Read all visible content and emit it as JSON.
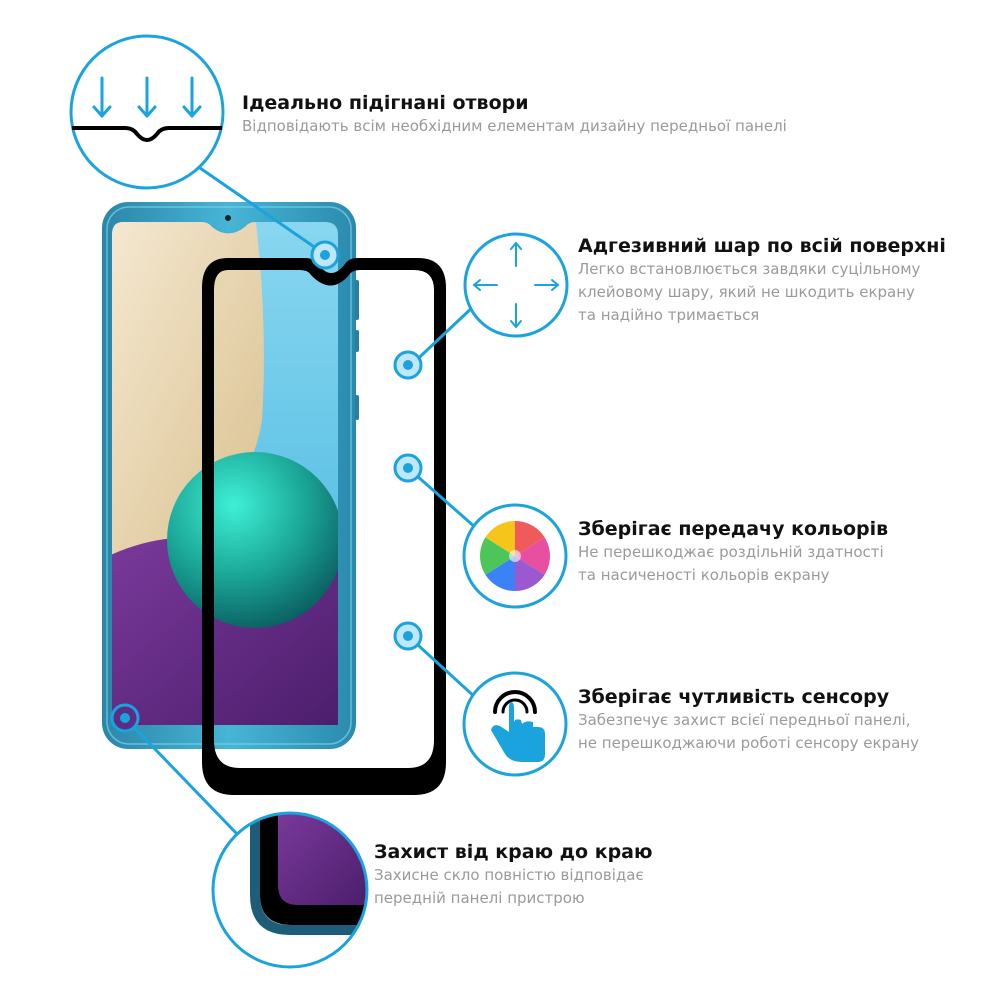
{
  "colors": {
    "accent": "#1aa3dd",
    "title": "#111111",
    "description": "#9a9a9a",
    "phone_body": "#3a9fc0",
    "glass_frame": "#000000"
  },
  "features": [
    {
      "icon": "notch-arrows-icon",
      "title": "Ідеально підігнані отвори",
      "description": [
        "Відповідають всім необхідним елементам дизайну передньої панелі"
      ]
    },
    {
      "icon": "four-arrows-icon",
      "title": "Адгезивний шар по всій поверхні",
      "description": [
        "Легко встановлюється завдяки суцільному",
        "клейовому шару, який не шкодить екрану",
        "та надійно тримається"
      ]
    },
    {
      "icon": "color-wheel-icon",
      "title": "Зберігає передачу кольорів",
      "description": [
        "Не перешкоджає роздільній здатності",
        "та насиченості кольорів екрану"
      ]
    },
    {
      "icon": "touch-finger-icon",
      "title": "Зберігає чутливість сенсору",
      "description": [
        "Забезпечує захист всієї передньої панелі,",
        "не перешкоджаючи роботі сенсору екрану"
      ]
    },
    {
      "icon": "edge-zoom-icon",
      "title": "Захист від краю до краю",
      "description": [
        "Захисне скло повністю відповідає",
        "передній панелі пристрою"
      ]
    }
  ]
}
